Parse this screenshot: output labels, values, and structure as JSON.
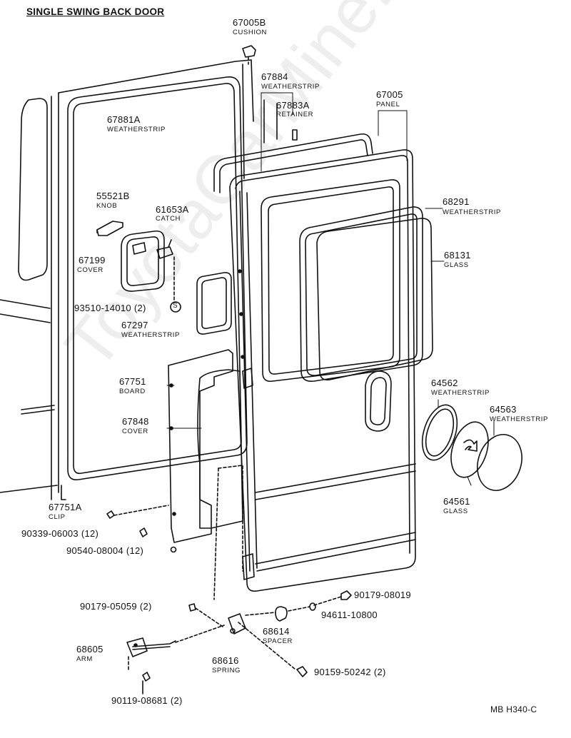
{
  "title": "SINGLE SWING BACK DOOR",
  "watermark": "ToyotaCarMine.ru",
  "code": "MB H340-C",
  "labels": {
    "p67005B": "67005B",
    "n67005B": "CUSHION",
    "p67884": "67884",
    "n67884": "WEATHERSTRIP",
    "p67883A": "67883A",
    "n67883A": "RETAINER",
    "p67005": "67005",
    "n67005": "PANEL",
    "p67881A": "67881A",
    "n67881A": "WEATHERSTRIP",
    "p55521B": "55521B",
    "n55521B": "KNOB",
    "p61653A": "61653A",
    "n61653A": "CATCH",
    "p67199": "67199",
    "n67199": "COVER",
    "p68291": "68291",
    "n68291": "WEATHERSTRIP",
    "p68131": "68131",
    "n68131": "GLASS",
    "p93510": "93510-14010 (2)",
    "p67297": "67297",
    "n67297": "WEATHERSTRIP",
    "p67751": "67751",
    "n67751": "BOARD",
    "p67848": "67848",
    "n67848": "COVER",
    "p64562": "64562",
    "n64562": "WEATHERSTRIP",
    "p64563": "64563",
    "n64563": "WEATHERSTRIP",
    "p64561": "64561",
    "n64561": "GLASS",
    "p67751A": "67751A",
    "n67751A": "CLIP",
    "p90339": "90339-06003 (12)",
    "p90540": "90540-08004 (12)",
    "p90179b": "90179-08019",
    "p90179a": "90179-05059 (2)",
    "p94611": "94611-10800",
    "p68614": "68614",
    "n68614": "SPACER",
    "p68605": "68605",
    "n68605": "ARM",
    "p68616": "68616",
    "n68616": "SPRING",
    "p90159": "90159-50242 (2)",
    "p90119": "90119-08681 (2)"
  }
}
